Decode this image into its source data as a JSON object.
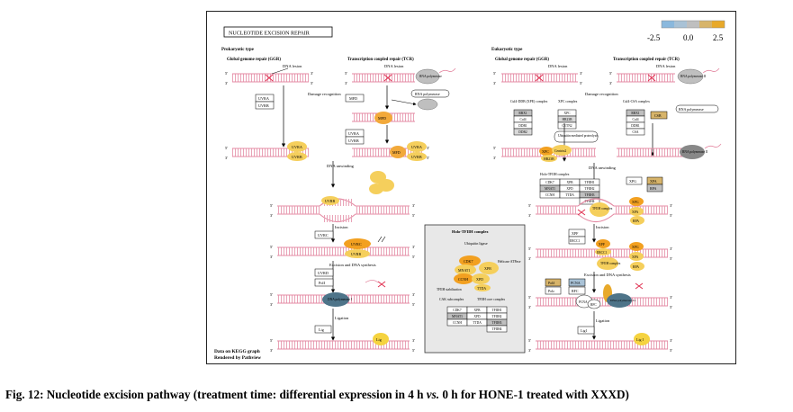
{
  "title": "NUCLEOTIDE EXCISION REPAIR",
  "legend": {
    "ticks": [
      "-2.5",
      "0.0",
      "2.5"
    ],
    "colors": [
      "#8ab8dd",
      "#bfbfbf",
      "#e8a92a"
    ]
  },
  "panels": {
    "prokaryotic": {
      "heading": "Prokaryotic type",
      "ggr": "Global genome repair (GGR)",
      "tcr": "Transcription coupled repair (TCR)",
      "dna_lesion": "DNA lesion",
      "dna_lesion_tcr": "DNA lesion",
      "rna_polymerase": "RNA polymerase",
      "rna_polymerase_box": "RNA polymerase",
      "damage_recognition": "Damage recognition",
      "uvra_box": "UVRA",
      "uvrb_box": "UVRB",
      "mfd_box": "MFD",
      "mfd": "MFD",
      "uvra2_box": "UVRA",
      "uvrb2_box": "UVRB",
      "mfd2": "MFD",
      "uvra_blob": "UVRA",
      "uvrb_blob": "UVRB",
      "uvra_blob2": "UVRA",
      "uvrb_blob2": "UVRB",
      "dna_unwinding": "DNA unwinding",
      "uvrb_unwind": "UVRB",
      "incision": "Incision",
      "uvrc_box": "UVRC",
      "uvrc": "UVRC",
      "uvrb_inc": "UVRB",
      "excision": "Excision and DNA synthesis",
      "uvrd_box": "UVRD",
      "poli_box": "PolI",
      "dna_pol": "DNA polymerase I",
      "ligation": "Ligation",
      "lig_box": "Lig",
      "lig": "Lig"
    },
    "eukaryotic": {
      "heading": "Eukaryotic type",
      "ggr": "Global genome repair (GGR)",
      "tcr": "Transcription coupled repair (TCR)",
      "dna_lesion": "DNA lesion",
      "dna_lesion_tcr": "DNA lesion",
      "rna_pol2": "RNA polymerase II",
      "rna_pol2_box": "RNA polymerase",
      "damage_recognition": "Damage recognition",
      "cul4_label": "Cul4-DDB (XPE) complex",
      "xpc_label": "XPC complex",
      "cul4csa_label": "Cul4-CSA complex",
      "cul4_items": [
        "RBX1",
        "Cul4",
        "DDB1",
        "DDB2"
      ],
      "xpc_items": [
        "XPC",
        "HR23B",
        "CETN2"
      ],
      "csa_items": [
        "RBX1",
        "Cul4",
        "DDB1",
        "CSA"
      ],
      "csb": "CSB",
      "ubiquitin": "Ubiquitin mediated proteolysis",
      "xpc": "XPC",
      "centrin2": "Centrin2",
      "hr23b": "HR23B",
      "rna_pol2_b": "RNA polymerase II",
      "dna_unwinding": "DNA unwinding",
      "holo_label": "Holo-TFIIH complex",
      "holo_items": [
        "CDK7",
        "XPB",
        "TFIIH1",
        "MNAT1",
        "XPD",
        "TFIIH2",
        "CCNH",
        "TTDA",
        "TFIIH3",
        "TFIIH4"
      ],
      "xpg_box": "XPG",
      "xpa_box": "XPA",
      "rpa_box": "RPA",
      "tfiih": "TFIIH complex",
      "xpg": "XPG",
      "xpa": "XPA",
      "rpa": "RPA",
      "incision": "Incision",
      "xpf_box": "XPF",
      "ercc1_box": "ERCC1",
      "xpf": "XPF",
      "ercc1": "ERCC1",
      "tfiih2": "TFIIH complex",
      "xpg2": "XPG",
      "xpa2": "XPA",
      "rpa2": "RPA",
      "excision": "Excision and DNA synthesis",
      "pold_box": "Polδ",
      "pole_box": "Polε",
      "pcna_box": "PCNA",
      "rfc_box": "RFC",
      "pcna": "PCNA",
      "rfc": "RFC",
      "dna_pol_de": "DNA polymerase δ/ε",
      "ligation": "Ligation",
      "lig1_box": "Lig1",
      "lig1": "Lig I"
    },
    "tfiih_inset": {
      "title": "Holo-TFIIH complex",
      "ubiquitin_ligase": "Ubiquitin ligase",
      "cdk7": "CDK7",
      "mnat1": "MNAT1",
      "ccnh": "CCNH",
      "xpb": "XPB",
      "xpd": "XPD",
      "ttda": "TTDA",
      "helicase": "Helicase ATPase",
      "tfiih_stab": "TFIIH stabilization",
      "cak_label": "CAK subcomplex",
      "core_label": "TFIIH core complex",
      "table": [
        "CDK7",
        "XPB",
        "TFIIH1",
        "MNAT1",
        "XPD",
        "TFIIH2",
        "CCNH",
        "TTDA",
        "TFIIH3",
        "TFIIH4"
      ]
    }
  },
  "footer": {
    "line1": "Data on KEGG graph",
    "line2": "Rendered by Pathview"
  },
  "caption": {
    "part1": "Fig. 12: Nucleotide excision pathway (treatment time: differential expression in 4 h ",
    "vs": "vs.",
    "part2": " 0 h for HONE-1 treated with XXXD)"
  }
}
